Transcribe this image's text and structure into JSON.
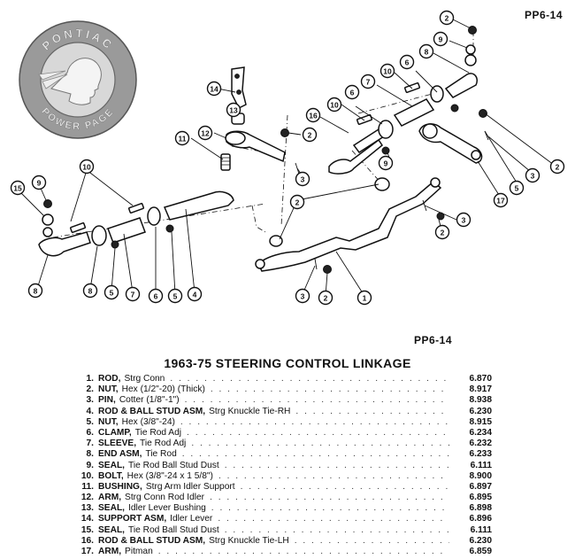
{
  "header": {
    "page_code_top": "PP6-14",
    "page_code_mid": "PP6-14"
  },
  "logo": {
    "arc_top": "PONTIAC",
    "arc_bottom": "POWER PAGE",
    "color_ring": "#9a9a9a",
    "color_inner": "#d8d8d8"
  },
  "diagram": {
    "callouts": [
      {
        "label": "2"
      },
      {
        "label": "9"
      },
      {
        "label": "8"
      },
      {
        "label": "6"
      },
      {
        "label": "10"
      },
      {
        "label": "7"
      },
      {
        "label": "14"
      },
      {
        "label": "13"
      },
      {
        "label": "6"
      },
      {
        "label": "10"
      },
      {
        "label": "16"
      },
      {
        "label": "12"
      },
      {
        "label": "2"
      },
      {
        "label": "11"
      },
      {
        "label": "9"
      },
      {
        "label": "3"
      },
      {
        "label": "17"
      },
      {
        "label": "5"
      },
      {
        "label": "3"
      },
      {
        "label": "2"
      },
      {
        "label": "10"
      },
      {
        "label": "9"
      },
      {
        "label": "2"
      },
      {
        "label": "15"
      },
      {
        "label": "3"
      },
      {
        "label": "2"
      },
      {
        "label": "8"
      },
      {
        "label": "8"
      },
      {
        "label": "5"
      },
      {
        "label": "7"
      },
      {
        "label": "6"
      },
      {
        "label": "5"
      },
      {
        "label": "4"
      },
      {
        "label": "3"
      },
      {
        "label": "2"
      },
      {
        "label": "1"
      }
    ]
  },
  "parts_list": {
    "title": "1963-75 STEERING CONTROL LINKAGE",
    "items": [
      {
        "num": "1.",
        "name": "ROD,",
        "desc": "Strg Conn",
        "pn": "6.870"
      },
      {
        "num": "2.",
        "name": "NUT,",
        "desc": "Hex (1/2\"-20) (Thick)",
        "pn": "8.917"
      },
      {
        "num": "3.",
        "name": "PIN,",
        "desc": "Cotter (1/8\"-1\")",
        "pn": "8.938"
      },
      {
        "num": "4.",
        "name": "ROD & BALL STUD ASM,",
        "desc": "Strg Knuckle Tie-RH",
        "pn": "6.230"
      },
      {
        "num": "5.",
        "name": "NUT,",
        "desc": "Hex (3/8\"-24)",
        "pn": "8.915"
      },
      {
        "num": "6.",
        "name": "CLAMP,",
        "desc": "Tie Rod Adj",
        "pn": "6.234"
      },
      {
        "num": "7.",
        "name": "SLEEVE,",
        "desc": "Tie Rod Adj",
        "pn": "6.232"
      },
      {
        "num": "8.",
        "name": "END ASM,",
        "desc": "Tie Rod",
        "pn": "6.233"
      },
      {
        "num": "9.",
        "name": "SEAL,",
        "desc": "Tie Rod Ball Stud Dust",
        "pn": "6.111"
      },
      {
        "num": "10.",
        "name": "BOLT,",
        "desc": "Hex (3/8\"-24 x 1 5/8\")",
        "pn": "8.900"
      },
      {
        "num": "11.",
        "name": "BUSHING,",
        "desc": "Strg Arm Idler Support",
        "pn": "6.897"
      },
      {
        "num": "12.",
        "name": "ARM,",
        "desc": "Strg Conn Rod Idler",
        "pn": "6.895"
      },
      {
        "num": "13.",
        "name": "SEAL,",
        "desc": "Idler Lever Bushing",
        "pn": "6.898"
      },
      {
        "num": "14.",
        "name": "SUPPORT ASM,",
        "desc": "Idler Lever",
        "pn": "6.896"
      },
      {
        "num": "15.",
        "name": "SEAL,",
        "desc": "Tie Rod Ball Stud Dust",
        "pn": "6.111"
      },
      {
        "num": "16.",
        "name": "ROD & BALL STUD ASM,",
        "desc": "Strg Knuckle Tie-LH",
        "pn": "6.230"
      },
      {
        "num": "17.",
        "name": "ARM,",
        "desc": "Pitman",
        "pn": "6.859"
      }
    ]
  }
}
